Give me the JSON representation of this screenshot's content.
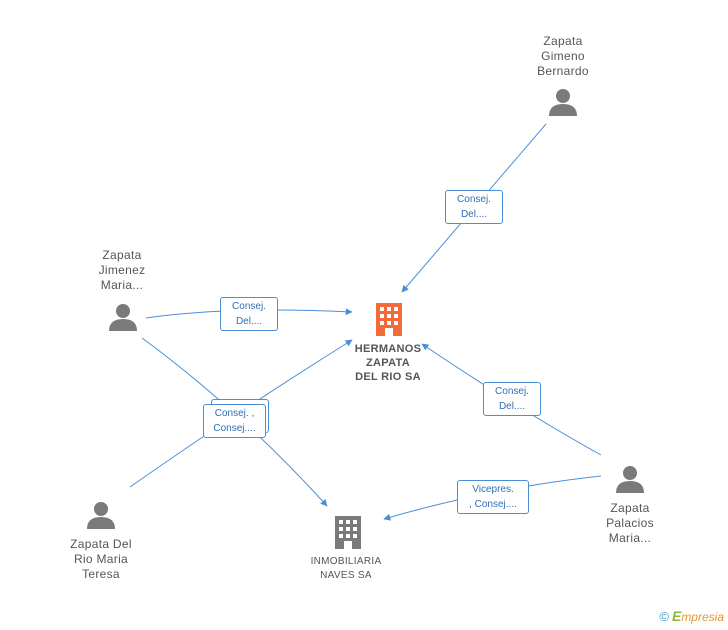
{
  "nodes": {
    "hermanos": {
      "lines": [
        "HERMANOS",
        "ZAPATA",
        "DEL RIO SA"
      ],
      "color": "#f26b38"
    },
    "inmobiliaria": {
      "lines": [
        "INMOBILIARIA",
        "NAVES SA"
      ],
      "color": "#7a7a7a"
    },
    "gimeno": {
      "lines": [
        "Zapata",
        "Gimeno",
        "Bernardo"
      ]
    },
    "jimenez": {
      "lines": [
        "Zapata",
        "Jimenez",
        "Maria..."
      ]
    },
    "delrio": {
      "lines": [
        "Zapata Del",
        "Rio Maria",
        "Teresa"
      ]
    },
    "palacios": {
      "lines": [
        "Zapata",
        "Palacios",
        "Maria..."
      ]
    }
  },
  "edges": {
    "gimeno_hermanos": [
      "Consej.",
      "Del...."
    ],
    "jimenez_hermanos": [
      "Consej.",
      "Del...."
    ],
    "palacios_hermanos": [
      "Consej.",
      "Del...."
    ],
    "multi": [
      "Consej. ,",
      "Consej...."
    ],
    "palacios_inmobiliaria": [
      "Vicepres.",
      ", Consej...."
    ]
  },
  "colors": {
    "edge": "#4a8fd6",
    "person": "#7a7a7a",
    "main_company": "#f26b38",
    "company": "#7a7a7a"
  },
  "footer": {
    "copyright": "©",
    "brand_initial": "E",
    "brand_rest": "mpresia"
  }
}
